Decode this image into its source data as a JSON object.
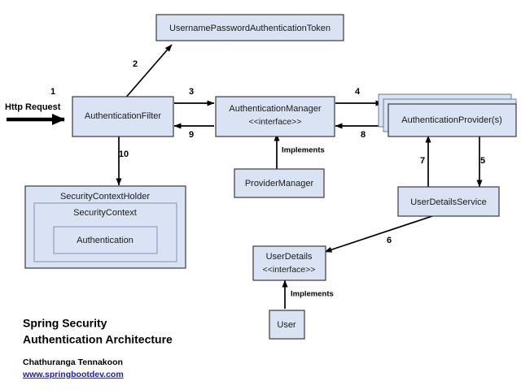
{
  "diagram": {
    "title_line1": "Spring Security",
    "title_line2": "Authentication Architecture",
    "author": "Chathuranga Tennakoon",
    "url": "www.springbootdev.com",
    "background_color": "#ffffff",
    "node_fill_color": "#dae3f3",
    "node_stroke_color": "#3a3a3a",
    "link_color": "#1a1ad0"
  },
  "nodes": {
    "token": {
      "label": "UsernamePasswordAuthenticationToken"
    },
    "filter": {
      "label": "AuthenticationFilter"
    },
    "manager": {
      "label": "AuthenticationManager",
      "stereotype": "<<interface>>"
    },
    "provider": {
      "label": "AuthenticationProvider(s)"
    },
    "provider_manager": {
      "label": "ProviderManager"
    },
    "user_details_service": {
      "label": "UserDetailsService"
    },
    "user_details": {
      "label": "UserDetails",
      "stereotype": "<<interface>>"
    },
    "user": {
      "label": "User"
    },
    "context_holder": {
      "label": "SecurityContextHolder"
    },
    "context": {
      "label": "SecurityContext"
    },
    "authentication": {
      "label": "Authentication"
    }
  },
  "edges": {
    "http_request": {
      "label": "Http Request",
      "step": "1"
    },
    "filter_to_token": {
      "step": "2"
    },
    "filter_to_manager": {
      "step": "3"
    },
    "manager_to_provider": {
      "step": "4"
    },
    "provider_to_uds": {
      "step": "5"
    },
    "uds_to_userdetails": {
      "step": "6"
    },
    "uds_to_provider": {
      "step": "7"
    },
    "provider_to_manager": {
      "step": "8"
    },
    "manager_to_filter": {
      "step": "9"
    },
    "filter_to_contextholder": {
      "step": "10"
    },
    "providermanager_implements": {
      "label": "Implements"
    },
    "user_implements": {
      "label": "Implements"
    }
  }
}
